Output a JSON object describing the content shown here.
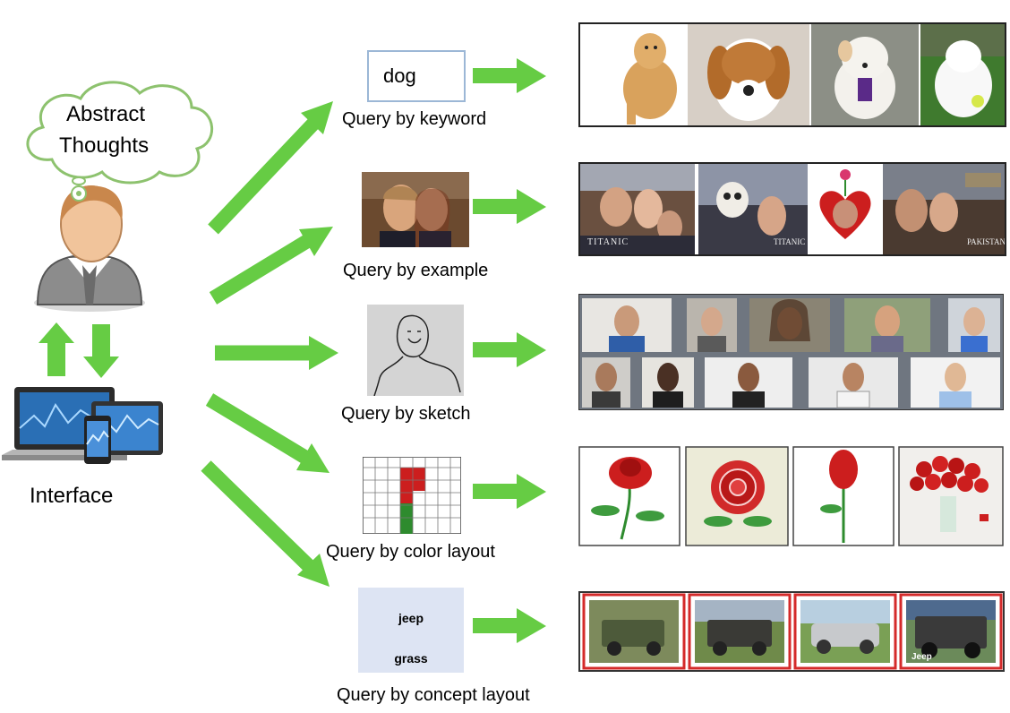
{
  "user": {
    "thought": [
      "Abstract",
      "Thoughts"
    ]
  },
  "interface": {
    "label": "Interface"
  },
  "queries": [
    {
      "label": "Query by keyword",
      "input_value": "dog"
    },
    {
      "label": "Query by example"
    },
    {
      "label": "Query by sketch"
    },
    {
      "label": "Query by color layout"
    },
    {
      "label": "Query by concept layout",
      "concepts": [
        "jeep",
        "grass"
      ]
    }
  ],
  "results": {
    "example_captions": [
      "TITANIC",
      "TITANIC",
      "PAKISTAN"
    ],
    "jeep_caption": "Jeep"
  },
  "colors": {
    "arrow": "#66cc44",
    "rose_red": "#cc1e1e",
    "stem_green": "#2e8b2e",
    "frame_red": "#d42a2a"
  }
}
